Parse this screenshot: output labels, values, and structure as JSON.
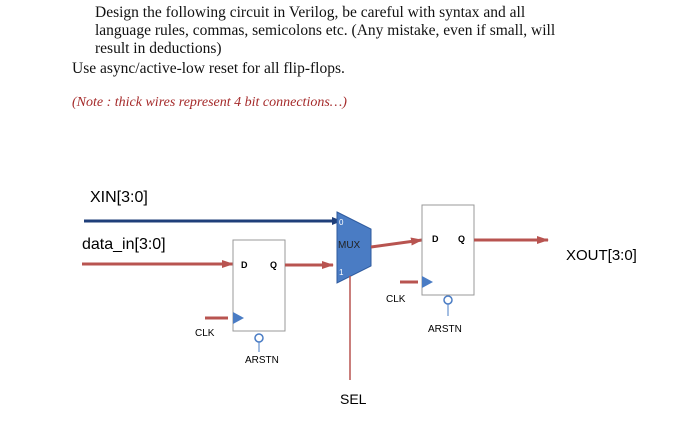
{
  "instructions": {
    "line1": "Design the following circuit in Verilog,  be careful with syntax and all",
    "line2": "language rules, commas, semicolons etc. (Any mistake, even if small, will",
    "line3": "result in deductions)",
    "line4": "Use  async/active-low reset for all flip-flops.",
    "note": "(Note : thick wires represent 4 bit connections…)"
  },
  "diagram": {
    "xin_label": "XIN[3:0]",
    "data_in_label": "data_in[3:0]",
    "xout_label": "XOUT[3:0]",
    "sel_label": "SEL",
    "mux": {
      "label": "MUX",
      "input0": "0",
      "input1": "1"
    },
    "ff1": {
      "d": "D",
      "q": "Q",
      "clk": "CLK",
      "reset": "ARSTN"
    },
    "ff2": {
      "d": "D",
      "q": "Q",
      "clk": "CLK",
      "reset": "ARSTN"
    },
    "colors": {
      "blue_wire": "#1f3f7a",
      "red_wire": "#b85450",
      "mux_fill": "#4a7cc4",
      "flipflop_border": "#999999"
    }
  }
}
